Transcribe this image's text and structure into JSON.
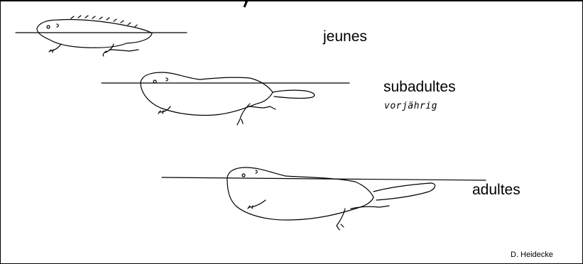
{
  "labels": {
    "juvenile": "jeunes",
    "subadult": "subadultes",
    "subadult_note": "vorjährig",
    "adult": "adultes"
  },
  "credit": "D. Heidecke",
  "colors": {
    "ink": "#000000",
    "background": "#ffffff"
  }
}
